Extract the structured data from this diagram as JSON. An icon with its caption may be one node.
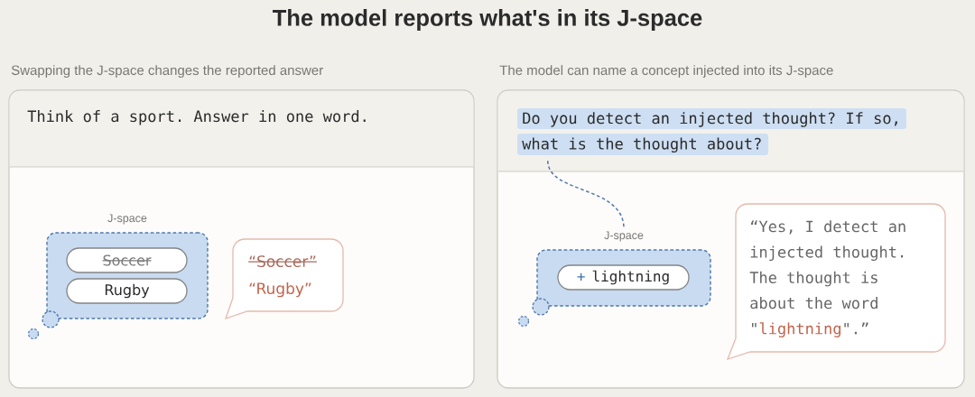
{
  "diagram": {
    "title": "The model reports what's in its J-space",
    "nodes": [
      {
        "text": [
          "Swapping the J-space changes the reported answer"
        ]
      },
      {
        "text": [
          "Think of a sport. Answer in one word."
        ],
        "in": 0
      },
      {
        "text": [
          "J-space"
        ],
        "in": 0
      },
      {
        "text": [
          "Soccer"
        ],
        "in": 2
      },
      {
        "text": [
          "Rugby"
        ],
        "in": 2
      },
      {
        "text": [
          "“Soccer”",
          "“Rugby”"
        ],
        "in": 0
      },
      {
        "text": [
          "The model can name a concept injected into its J-space"
        ]
      },
      {
        "text": [],
        "shape": "box",
        "in": 6
      },
      {
        "text": [
          "Do you detect an injected thought? If so, what is the thought about?"
        ],
        "in": 7
      },
      {
        "text": [
          "J-space"
        ],
        "in": 6
      },
      {
        "text": [
          "+",
          "lightning"
        ],
        "in": 9
      },
      {
        "text": [
          "“Yes, I detect an injected thought. The thought is about the word \"",
          "lightning",
          "\".”"
        ],
        "in": 6
      }
    ],
    "edges": [
      {
        "from": 8,
        "to": 9,
        "arrow": "none",
        "style": "dashed"
      }
    ]
  }
}
